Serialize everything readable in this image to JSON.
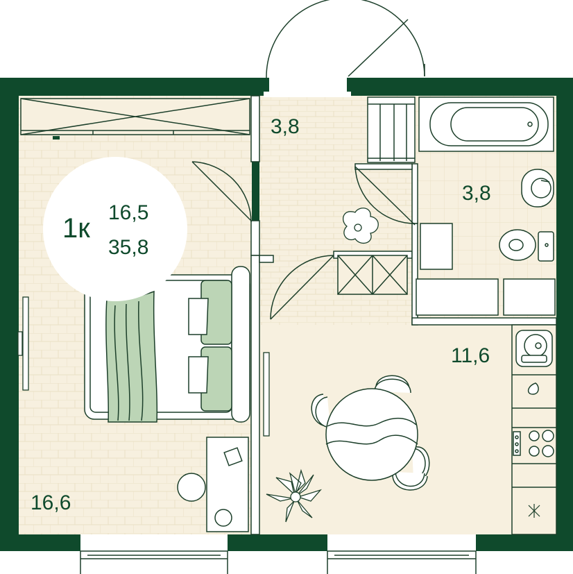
{
  "badge": {
    "type": "1к",
    "living_area": "16,5",
    "total_area": "35,8"
  },
  "rooms": [
    {
      "id": "living-room",
      "area": "16,6"
    },
    {
      "id": "hallway",
      "area": "3,8"
    },
    {
      "id": "bathroom",
      "area": "3,8"
    },
    {
      "id": "kitchen",
      "area": "11,6"
    }
  ],
  "colors": {
    "wall": "#0f4a2c",
    "floor": "#f7f0df",
    "tile_line": "#ece2c9",
    "line": "#1c3f2a",
    "accent_green": "#bcd5b6",
    "badge_bg": "#ffffff"
  }
}
